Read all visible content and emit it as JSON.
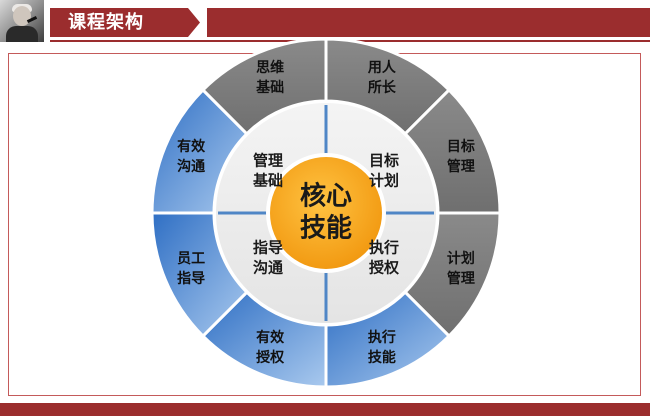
{
  "header": {
    "title": "课程架构"
  },
  "diagram": {
    "center": {
      "line1": "核心",
      "line2": "技能"
    },
    "inner": [
      {
        "id": "mgmt-basics",
        "line1": "管理",
        "line2": "基础"
      },
      {
        "id": "goal-planning",
        "line1": "目标",
        "line2": "计划"
      },
      {
        "id": "guide-communicate",
        "line1": "指导",
        "line2": "沟通"
      },
      {
        "id": "execute-authorize",
        "line1": "执行",
        "line2": "授权"
      }
    ],
    "outer": [
      {
        "id": "employ-strengths",
        "line1": "用人",
        "line2": "所长",
        "group": "gray"
      },
      {
        "id": "goal-management",
        "line1": "目标",
        "line2": "管理",
        "group": "gray"
      },
      {
        "id": "plan-management",
        "line1": "计划",
        "line2": "管理",
        "group": "gray"
      },
      {
        "id": "execution-skills",
        "line1": "执行",
        "line2": "技能",
        "group": "blue"
      },
      {
        "id": "effective-authorization",
        "line1": "有效",
        "line2": "授权",
        "group": "blue"
      },
      {
        "id": "staff-guidance",
        "line1": "员工",
        "line2": "指导",
        "group": "blue"
      },
      {
        "id": "effective-communication",
        "line1": "有效",
        "line2": "沟通",
        "group": "blue"
      },
      {
        "id": "thinking-basics",
        "line1": "思维",
        "line2": "基础",
        "group": "gray"
      }
    ],
    "colors": {
      "brand_red": "#9b2d2e",
      "outer_gray": "#8c8c8c",
      "outer_blue": "#5b93d6",
      "inner_fill": "#ededed",
      "divider_blue": "#4f86c6",
      "center_orange": "#f5a623"
    }
  }
}
